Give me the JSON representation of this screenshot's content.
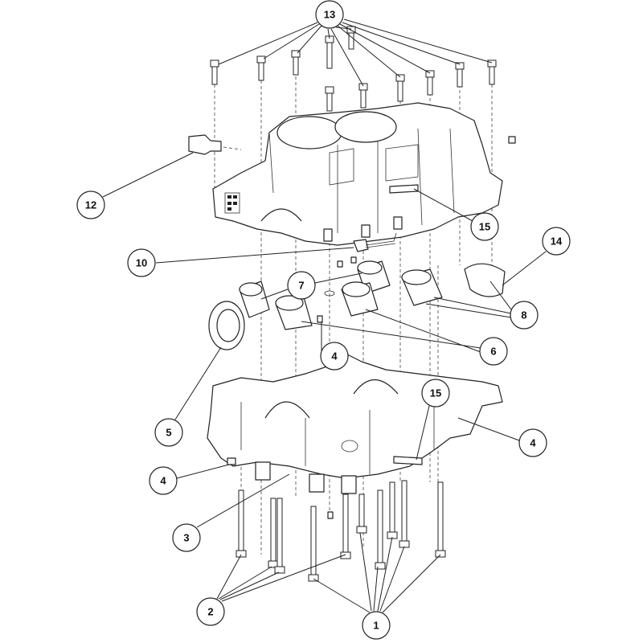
{
  "diagram": {
    "type": "exploded-parts-view",
    "callouts": {
      "c13": "13",
      "c12": "12",
      "c15a": "15",
      "c14": "14",
      "c10": "10",
      "c7": "7",
      "c8": "8",
      "c6": "6",
      "c4a": "4",
      "c15b": "15",
      "c5": "5",
      "c4b": "4",
      "c4c": "4",
      "c3": "3",
      "c2": "2",
      "c1": "1"
    }
  }
}
